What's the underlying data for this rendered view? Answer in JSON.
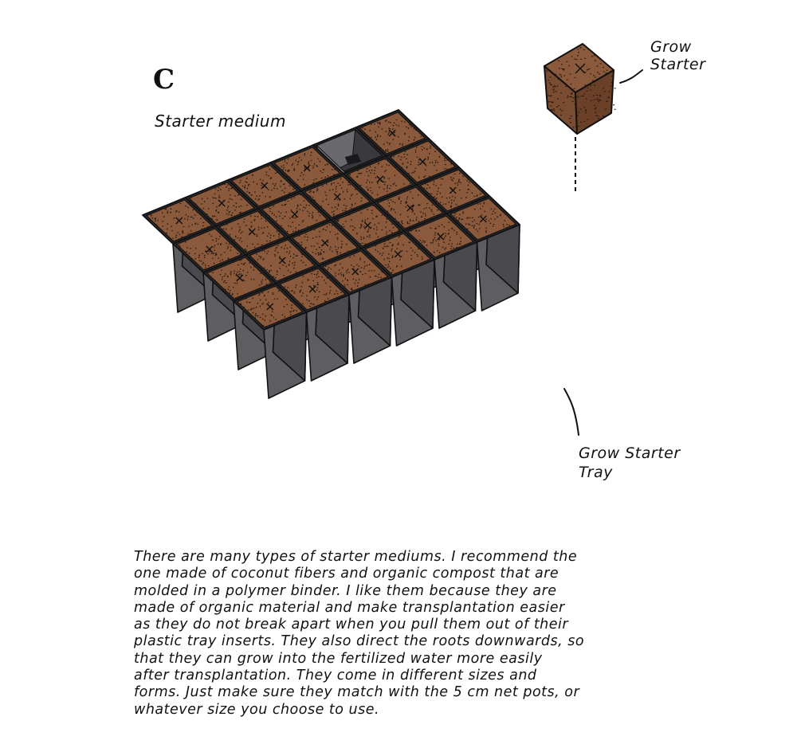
{
  "figure": {
    "panel_letter": "C",
    "subtitle": "Starter medium",
    "labels": {
      "grow_starter": [
        "Grow",
        "Starter"
      ],
      "grow_starter_tray": [
        "Grow Starter",
        "Tray"
      ]
    },
    "description_lines": [
      "There are many types of starter mediums. I recommend the",
      "one made of coconut fibers and organic compost that are",
      "molded in a polymer binder. I like them because they are",
      "made of organic material and make transplantation easier",
      "as they do not break apart when you pull them out of their",
      "plastic tray inserts. They also direct the roots downwards, so",
      "that they can grow into the fertilized water more easily",
      "after transplantation. They come in different sizes and",
      "forms. Just make sure they match with the 5 cm net pots, or",
      "whatever size you choose to use."
    ],
    "tray": {
      "rows": 4,
      "columns": 6,
      "empty_cell": {
        "row": 0,
        "column": 4
      }
    },
    "colors": {
      "soil": "#8b5a3c",
      "soil_speckle": "#2a1a10",
      "pot_front": "#5e5e62",
      "pot_side": "#4a4a4e",
      "rim": "#2e2e32",
      "outline": "#111111",
      "empty_cell": "#3a3a3e"
    }
  }
}
